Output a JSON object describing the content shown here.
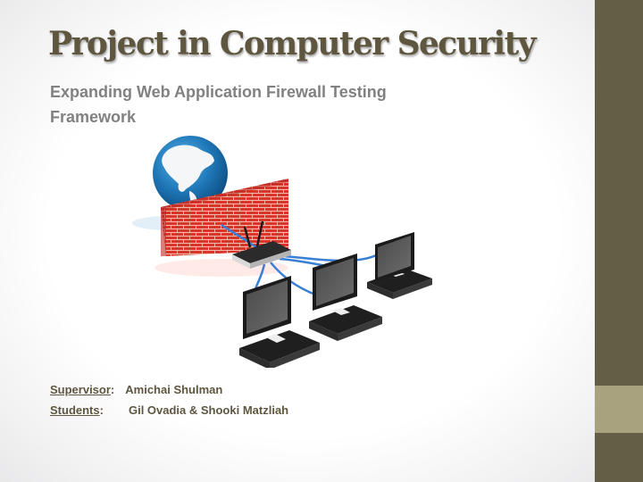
{
  "slide": {
    "title": "Project in Computer Security",
    "subtitle": "Expanding Web Application Firewall Testing Framework",
    "picture": {
      "description": "globe behind red brick firewall connected to wireless router and three networked computers",
      "icons": [
        "globe-icon",
        "brick-firewall-icon",
        "router-icon",
        "computer-icon"
      ]
    },
    "credits": {
      "supervisor_label": "Supervisor",
      "supervisor_colon": ":",
      "supervisor_name": "Amichai Shulman",
      "students_label": "Students",
      "students_colon": ":",
      "students_names": "Gil Ovadia & Shooki Matzliah"
    }
  },
  "theme": {
    "title_color": "#5e563f",
    "subtitle_color": "#818181",
    "sidebar_color": "#655e46",
    "sidebar_band_color": "#a8a37e",
    "firewall_color": "#d9352b",
    "globe_color": "#1f78b8",
    "cable_color": "#3a7fd6"
  }
}
